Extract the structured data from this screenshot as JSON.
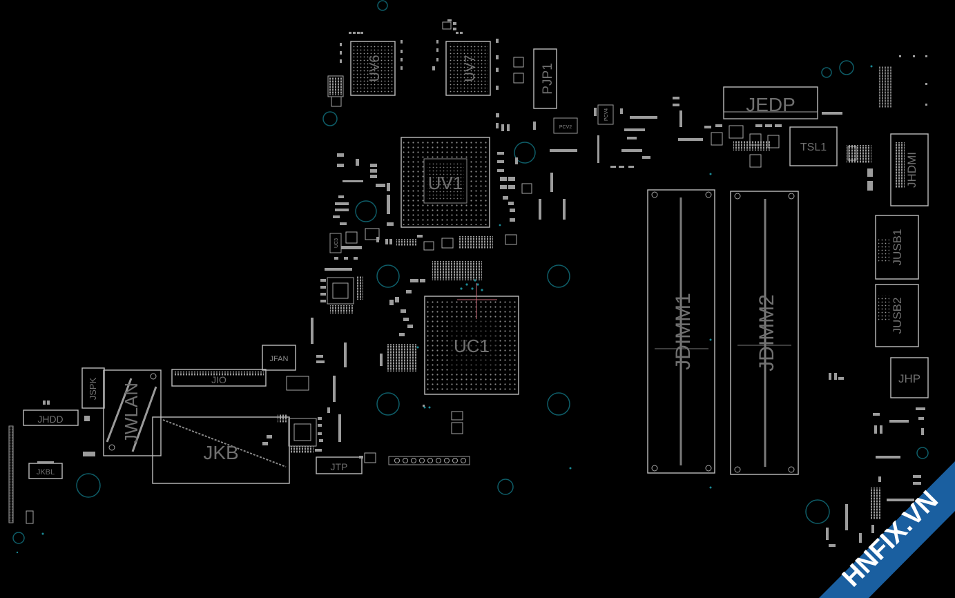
{
  "board": {
    "background": "#000000",
    "silkscreen_color": "#bdbdbd",
    "mounting_hole_color": "#0e5d68",
    "via_color": "#1b8a96",
    "probe_marker_color": "#c96a7a"
  },
  "components": {
    "uv6": "UV6",
    "uv7": "UV7",
    "pjp1": "PJP1",
    "uv1": "UV1",
    "uc1": "UC1",
    "jedp": "JEDP",
    "tsl1": "TSL1",
    "jhdmi": "JHDMI",
    "jusb1": "JUSB1",
    "jusb2": "JUSB2",
    "jdimm1": "JDIMM1",
    "jdimm2": "JDIMM2",
    "jhp": "JHP",
    "jfan": "JFAN",
    "jio": "JIO",
    "jspk": "JSPK",
    "jwlan": "JWLAN",
    "jhdd": "JHDD",
    "jkb": "JKB",
    "jkbl": "JKBL",
    "jtp": "JTP",
    "pcv2": "PCV2",
    "pcv4": "PCV4",
    "uc3": "UC3"
  },
  "watermark": {
    "text_main": "HNFIX",
    "text_tld": ".VN",
    "band_color": "#1a5fa0",
    "accent_color": "#e02020"
  }
}
